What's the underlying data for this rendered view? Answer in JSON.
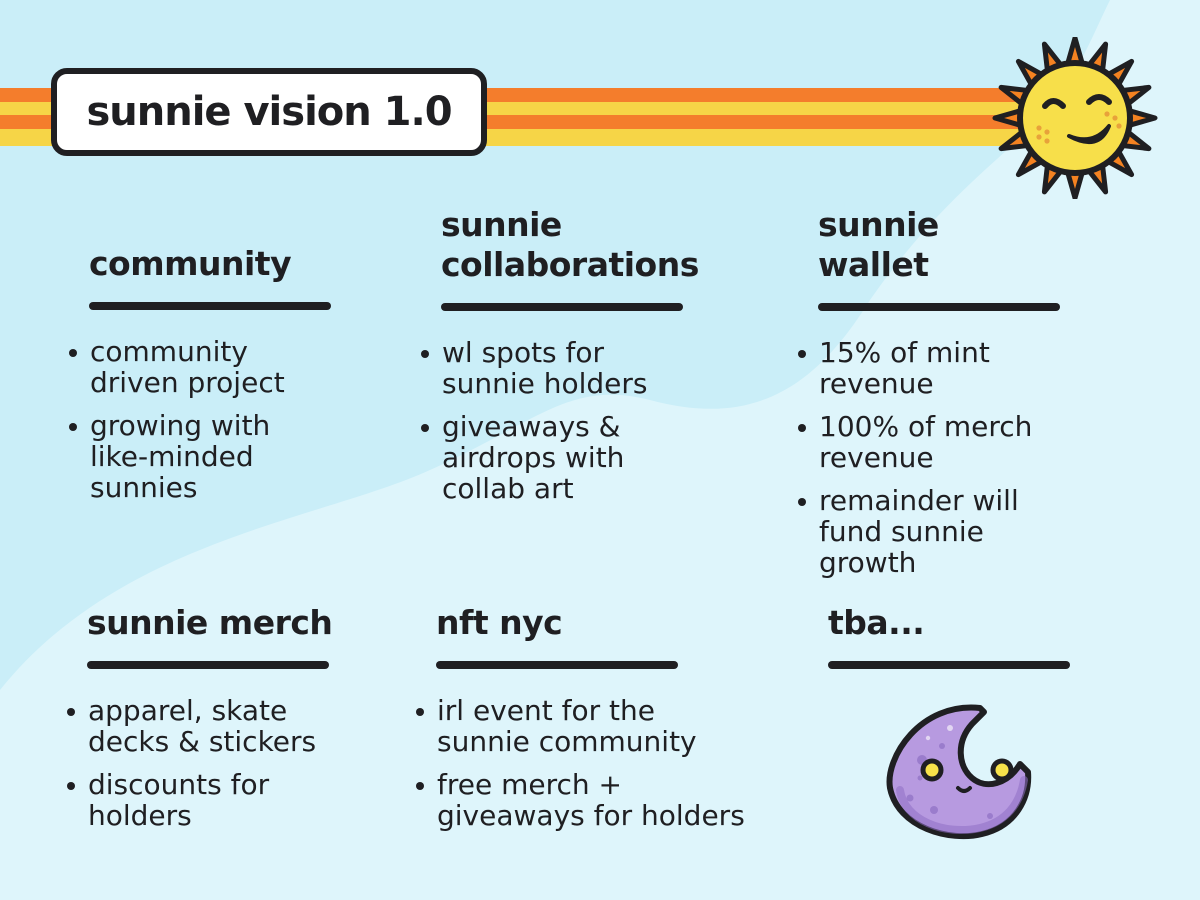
{
  "colors": {
    "background": "#caeef8",
    "blob": "#def5fb",
    "stripe_orange": "#f47d2c",
    "stripe_yellow": "#f6d547",
    "text": "#1f1f22",
    "sun_face": "#f7df4a",
    "sun_rays": "#f48221",
    "moon": "#b79ae0",
    "moon_eyes": "#f7e24a"
  },
  "header": {
    "title": "sunnie vision 1.0",
    "sun_icon": "smiling-sun-icon"
  },
  "sections": [
    {
      "heading_lines": [
        "community"
      ],
      "items": [
        [
          "community",
          "driven project"
        ],
        [
          "growing with",
          "like-minded",
          "sunnies"
        ]
      ]
    },
    {
      "heading_lines": [
        "sunnie",
        "collaborations"
      ],
      "items": [
        [
          "wl spots for",
          "sunnie holders"
        ],
        [
          "giveaways &",
          "airdrops with",
          "collab art"
        ]
      ]
    },
    {
      "heading_lines": [
        "sunnie",
        "wallet"
      ],
      "items": [
        [
          "15% of mint",
          "revenue"
        ],
        [
          "100% of merch",
          "revenue"
        ],
        [
          "remainder will",
          "fund sunnie",
          "growth"
        ]
      ]
    },
    {
      "heading_lines": [
        "sunnie merch"
      ],
      "items": [
        [
          "apparel, skate",
          "decks & stickers"
        ],
        [
          "discounts for",
          "holders"
        ]
      ]
    },
    {
      "heading_lines": [
        "nft nyc"
      ],
      "items": [
        [
          "irl event for the",
          "sunnie community"
        ],
        [
          "free merch +",
          "giveaways for holders"
        ]
      ]
    },
    {
      "heading_lines": [
        "tba..."
      ],
      "items": []
    }
  ],
  "moon_icon": "crescent-moon-icon"
}
